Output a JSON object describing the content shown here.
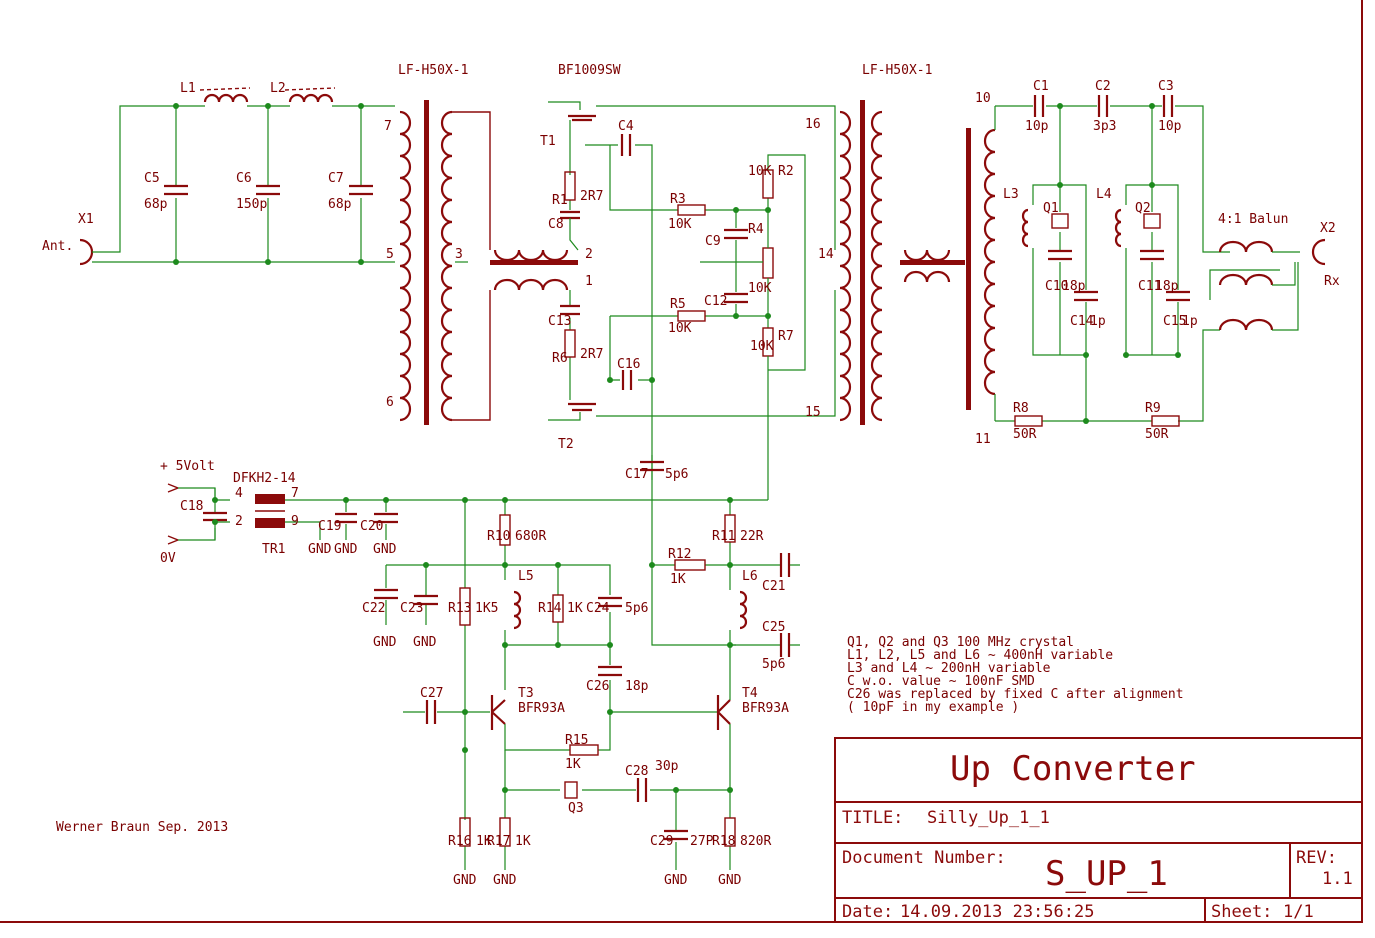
{
  "title_block": {
    "heading": "Up Converter",
    "title_label": "TITLE:",
    "title_value": "Silly_Up_1_1",
    "doc_label": "Document Number:",
    "doc_value": "S_UP_1",
    "rev_label": "REV:",
    "rev_value": "1.1",
    "date_label": "Date:",
    "date_value": "14.09.2013 23:56:25",
    "sheet_label": "Sheet:",
    "sheet_value": "1/1"
  },
  "author": "Werner Braun Sep. 2013",
  "notes": [
    "Q1, Q2 and Q3 100 MHz crystal",
    "L1, L2, L5 and L6 ~ 400nH variable",
    "L3 and L4 ~ 200nH variable",
    "C w.o. value ~ 100nF SMD",
    "C26  was  replaced by fixed C after alignment",
    "( 10pF in my example )"
  ],
  "parts": {
    "x1": "X1",
    "ant": "Ant.",
    "l1": "L1",
    "l2": "L2",
    "c5": "C5",
    "c5v": "68p",
    "c6": "C6",
    "c6v": "150p",
    "c7": "C7",
    "c7v": "68p",
    "tr_left": "LF-H50X-1",
    "tr_right": "LF-H50X-1",
    "ic": "BF1009SW",
    "t1": "T1",
    "t2": "T2",
    "c4": "C4",
    "r1": "R1",
    "r1v": "2R7",
    "c8": "C8",
    "r3": "R3",
    "r3v": "10K",
    "r2": "R2",
    "r2v": "10K",
    "c9": "C9",
    "r4": "R4",
    "r4v": "10K",
    "c12": "C12",
    "r5": "R5",
    "r5v": "10K",
    "r7": "R7",
    "r7v": "10K",
    "c13": "C13",
    "r6": "R6",
    "r6v": "2R7",
    "c16": "C16",
    "c17": "C17",
    "c17v": "5p6",
    "c1": "C1",
    "c1v": "10p",
    "c2": "C2",
    "c2v": "3p3",
    "c3": "C3",
    "c3v": "10p",
    "l3": "L3",
    "q1": "Q1",
    "l4": "L4",
    "q2": "Q2",
    "balun": "4:1 Balun",
    "x2": "X2",
    "rx": "Rx",
    "c10": "C10",
    "c10v": "18p",
    "c14": "C14",
    "c14v": "1p",
    "c11": "C11",
    "c11v": "18p",
    "c15": "C15",
    "c15v": "1p",
    "r8": "R8",
    "r8v": "50R",
    "r9": "R9",
    "r9v": "50R",
    "plus5": "+ 5Volt",
    "zero": "0V",
    "dfkh": "DFKH2-14",
    "c18": "C18",
    "tr1": "TR1",
    "c19": "C19",
    "c20": "C20",
    "gnd": "GND",
    "r10": "R10",
    "r10v": "680R",
    "r11": "R11",
    "r11v": "22R",
    "r12": "R12",
    "r12v": "1K",
    "c21": "C21",
    "c22": "C22",
    "c23": "C23",
    "r13": "R13",
    "r13v": "1K5",
    "l5": "L5",
    "r14": "R14",
    "r14v": "1K",
    "c24": "C24",
    "c24v": "5p6",
    "l6": "L6",
    "c25": "C25",
    "c25v": "5p6",
    "c26": "C26",
    "c26v": "18p",
    "c27": "C27",
    "t3": "T3",
    "t3v": "BFR93A",
    "t4": "T4",
    "t4v": "BFR93A",
    "r15": "R15",
    "r15v": "1K",
    "q3": "Q3",
    "c28": "C28",
    "c28v": "30p",
    "c29": "C29",
    "c29v": "27P",
    "r16": "R16",
    "r16v": "1K",
    "r17": "R17",
    "r17v": "1K",
    "r18": "R18",
    "r18v": "820R",
    "p1": "1",
    "p2": "2",
    "p3": "3",
    "p4": "4",
    "p5": "5",
    "p6": "6",
    "p7": "7",
    "p9": "9",
    "p10": "10",
    "p11": "11",
    "p14": "14",
    "p15": "15",
    "p16": "16"
  },
  "colors": {
    "wire": "#1d8a1d",
    "symbol": "#8b0a0a",
    "text": "#7a0000"
  }
}
